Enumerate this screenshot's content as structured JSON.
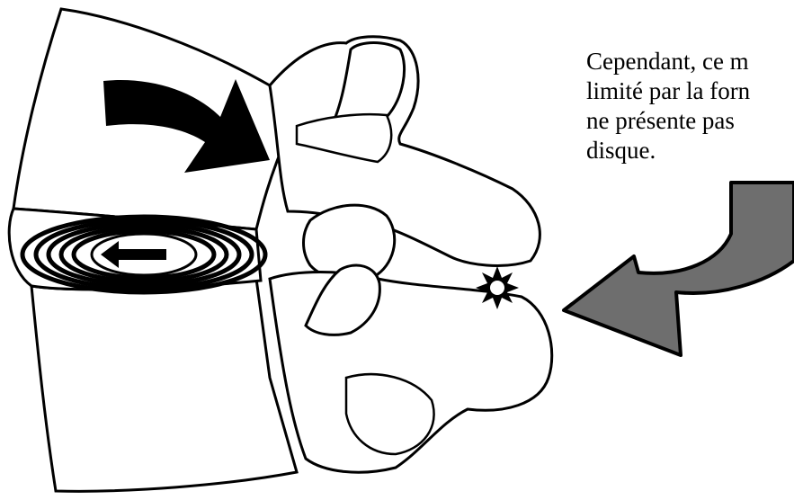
{
  "caption": {
    "lines": [
      "Cependant, ce m",
      "limité par la forn",
      "ne présente pas",
      "disque."
    ]
  },
  "colors": {
    "background": "#ffffff",
    "outline": "#000000",
    "rotation_arrow": "#000000",
    "incoming_arrow": "#6e6e6e",
    "star": "#000000"
  },
  "icons": {
    "rotation_arrow": "curved-arrow-icon",
    "disc_arrow": "left-arrow-icon",
    "contact_point": "star-burst-icon",
    "incoming_arrow": "curved-arrow-icon"
  }
}
